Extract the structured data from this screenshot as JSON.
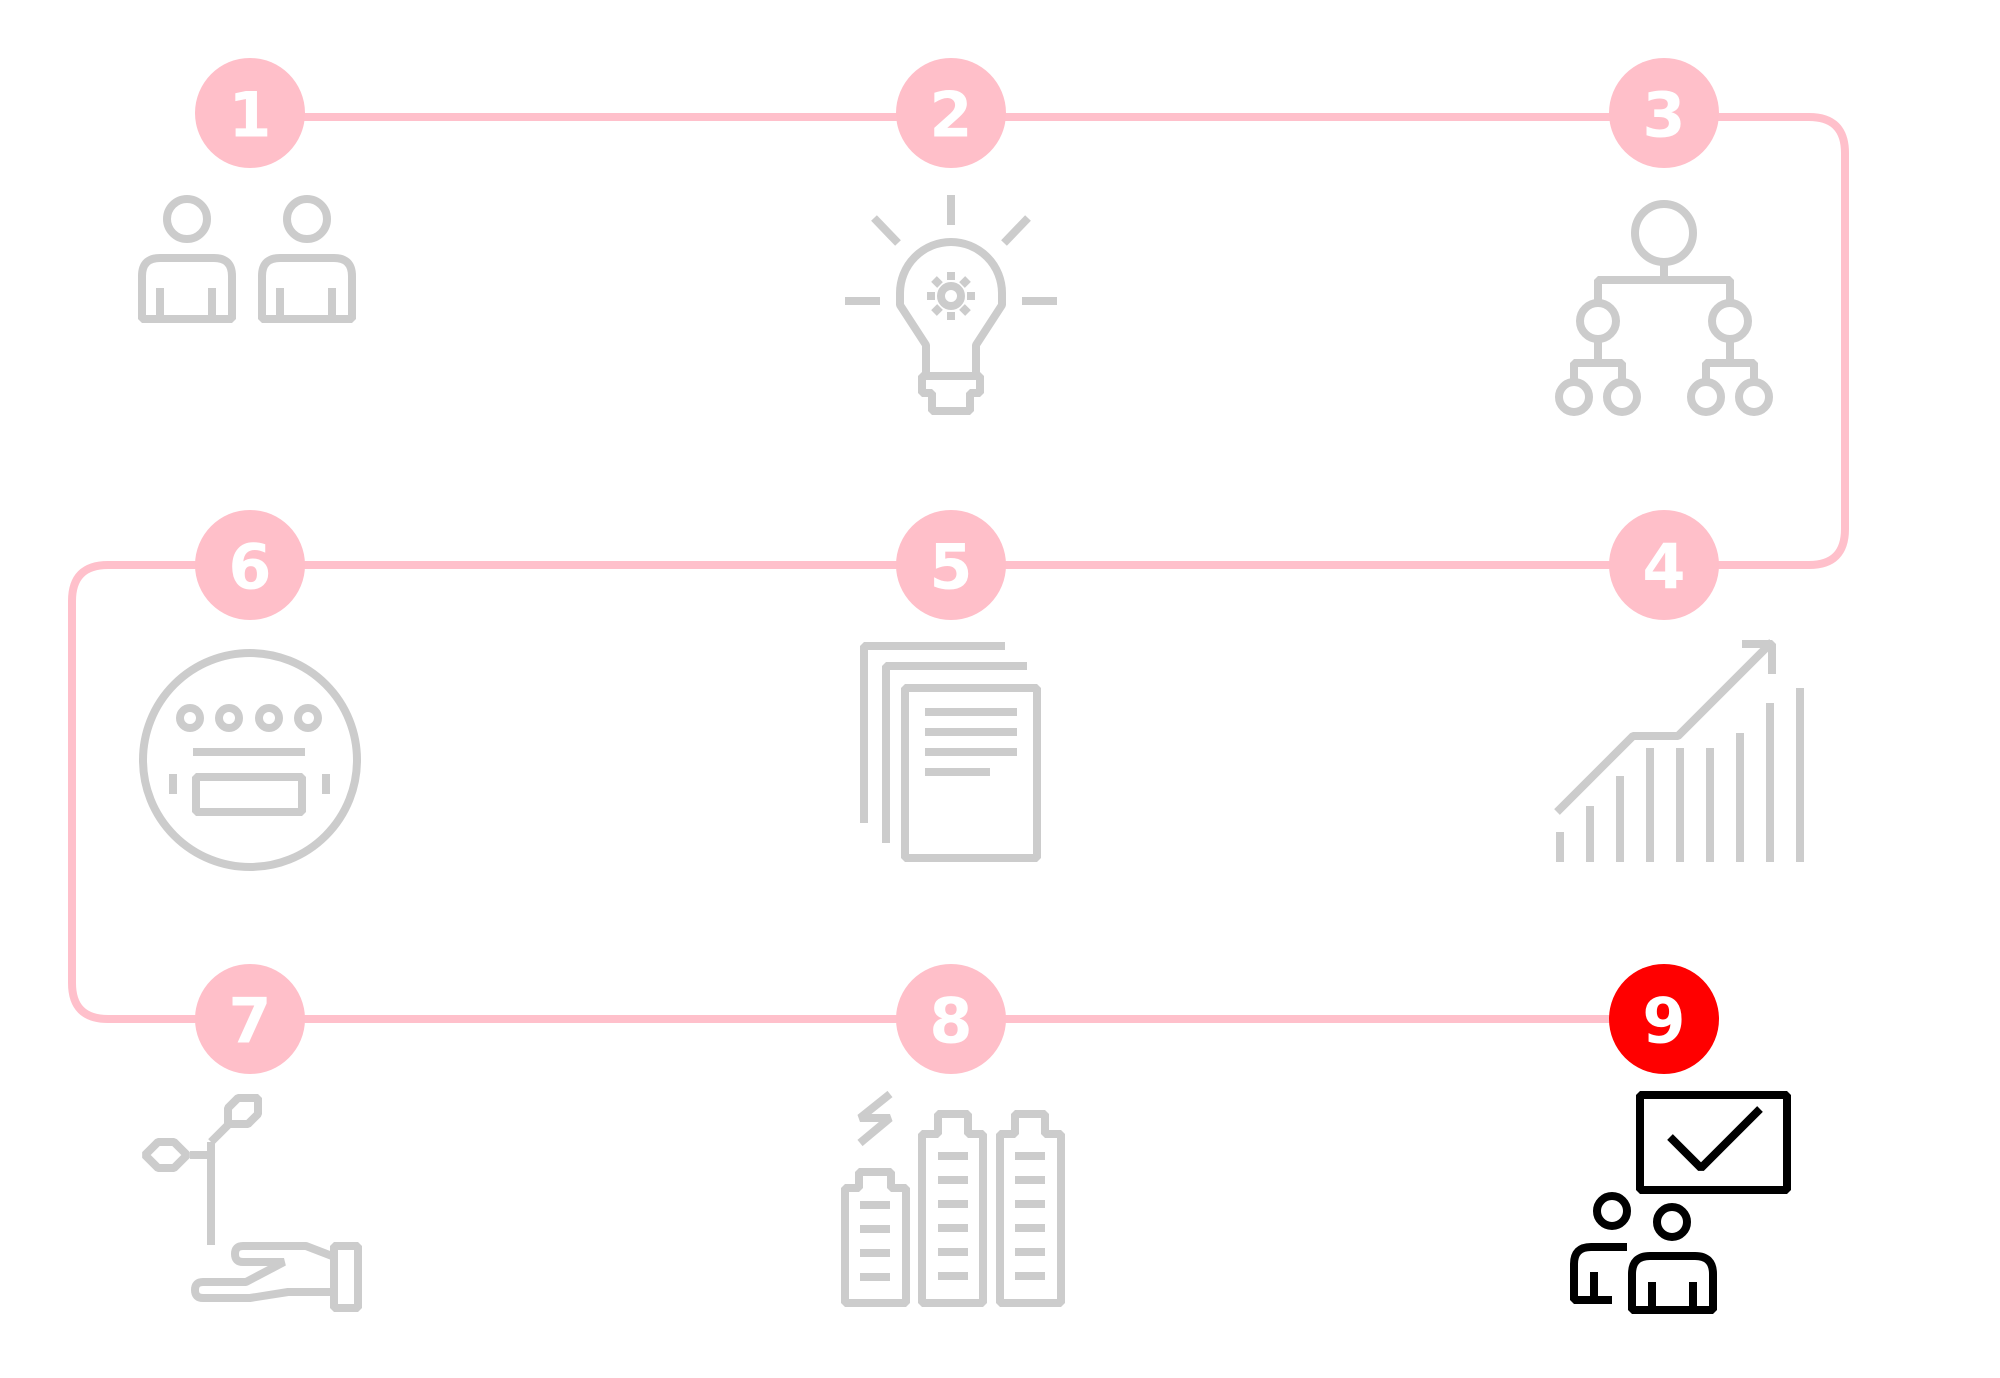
{
  "colors": {
    "path": "#ffc0cb",
    "badge": "#ffbfc9",
    "badge_active": "#ff0000",
    "icon": "#cccccc",
    "icon_active": "#000000",
    "number": "#ffffff"
  },
  "steps": [
    {
      "number": "1",
      "icon": "two-people-icon",
      "active": false
    },
    {
      "number": "2",
      "icon": "lightbulb-gear-icon",
      "active": false
    },
    {
      "number": "3",
      "icon": "hierarchy-icon",
      "active": false
    },
    {
      "number": "4",
      "icon": "growth-chart-icon",
      "active": false
    },
    {
      "number": "5",
      "icon": "documents-icon",
      "active": false
    },
    {
      "number": "6",
      "icon": "meter-icon",
      "active": false
    },
    {
      "number": "7",
      "icon": "hand-plant-icon",
      "active": false
    },
    {
      "number": "8",
      "icon": "batteries-charging-icon",
      "active": false
    },
    {
      "number": "9",
      "icon": "presentation-approval-icon",
      "active": true
    }
  ]
}
